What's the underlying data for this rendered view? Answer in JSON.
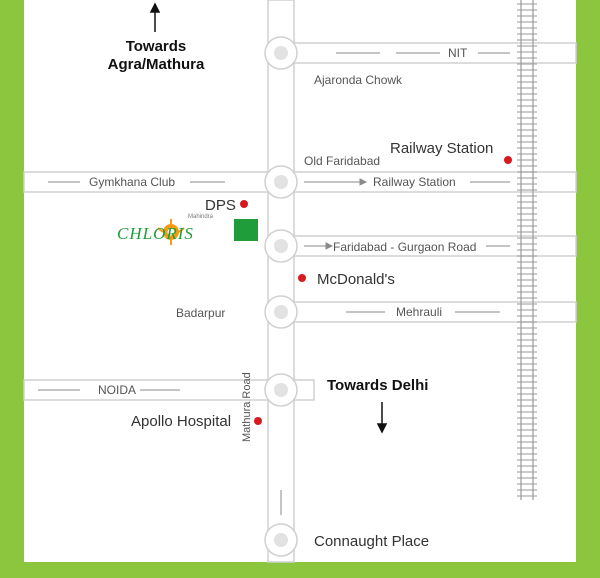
{
  "map": {
    "colors": {
      "border": "#8cc63f",
      "background": "#ffffff",
      "road": "#e7e7e7",
      "road_edge": "#c9c9c9",
      "marker": "#d71920",
      "brand_green": "#1f9d3a",
      "logo_orange": "#f39c12"
    },
    "directions": {
      "north": "Towards\nAgra/Mathura",
      "south": "Towards Delhi"
    },
    "roads": {
      "nit": "NIT",
      "gymkhana": "Gymkhana Club",
      "railway_station_road": "Railway Station",
      "faridabad_gurgaon": "Faridabad - Gurgaon Road",
      "mehrauli": "Mehrauli",
      "noida": "NOIDA",
      "mathura_road": "Mathura Road"
    },
    "places": {
      "ajaronda": "Ajaronda Chowk",
      "old_faridabad": "Old Faridabad",
      "railway_station": "Railway Station",
      "dps": "DPS",
      "mcdonalds": "McDonald's",
      "badarpur": "Badarpur",
      "apollo": "Apollo Hospital",
      "connaught": "Connaught Place"
    },
    "logo": {
      "brand": "Mahindra",
      "name": "CHLORIS"
    },
    "railway_icon": "railway-track-icon",
    "marker_icon": "location-dot-icon"
  }
}
